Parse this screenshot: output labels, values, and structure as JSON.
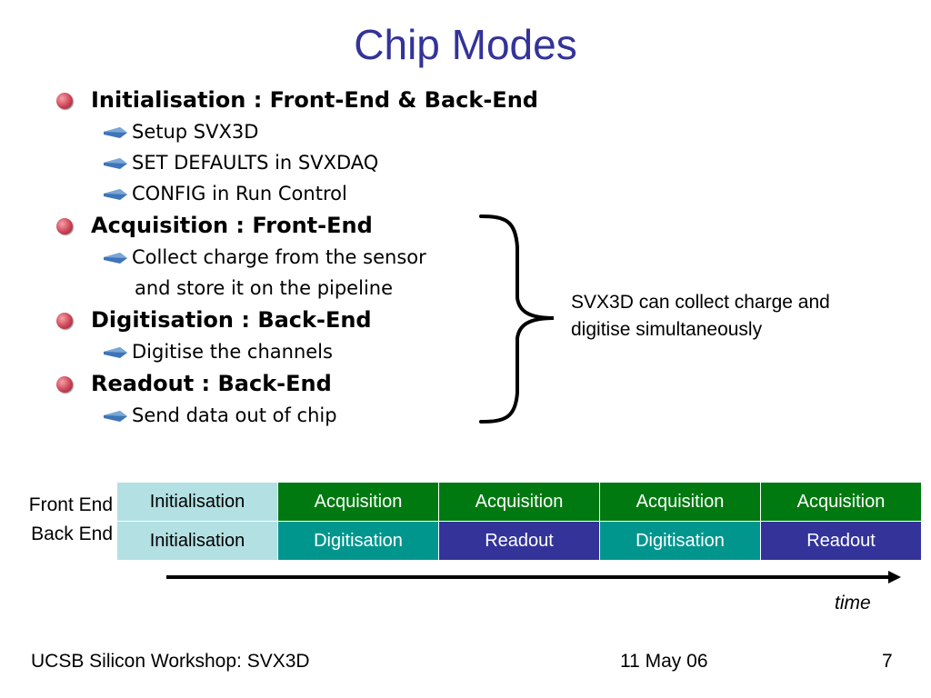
{
  "slide": {
    "title": "Chip Modes",
    "bullets": [
      {
        "heading": "Initialisation : Front-End & Back-End",
        "subs": [
          "Setup SVX3D",
          "SET DEFAULTS in SVXDAQ",
          "CONFIG in Run Control"
        ]
      },
      {
        "heading": "Acquisition : Front-End",
        "subs": [
          "Collect charge from the sensor"
        ],
        "continuation": "and store it on the pipeline"
      },
      {
        "heading": "Digitisation : Back-End",
        "subs": [
          "Digitise the channels"
        ]
      },
      {
        "heading": "Readout : Back-End",
        "subs": [
          "Send data out of chip"
        ]
      }
    ],
    "brace_note": {
      "line1": "SVX3D can collect charge and",
      "line2": "digitise simultaneously"
    },
    "timeline": {
      "front_label": "Front End",
      "back_label": "Back End",
      "front_row": [
        "Initialisation",
        "Acquisition",
        "Acquisition",
        "Acquisition",
        "Acquisition"
      ],
      "back_row": [
        "Initialisation",
        "Digitisation",
        "Readout",
        "Digitisation",
        "Readout"
      ],
      "time_label": "time"
    },
    "colors": {
      "title": "#333399",
      "initialisation": "#b3e0e3",
      "acquisition": "#007a10",
      "digitisation": "#00968e",
      "readout": "#33339a"
    },
    "footer": {
      "left": "UCSB Silicon Workshop: SVX3D",
      "date": "11 May 06",
      "page": "7"
    }
  }
}
